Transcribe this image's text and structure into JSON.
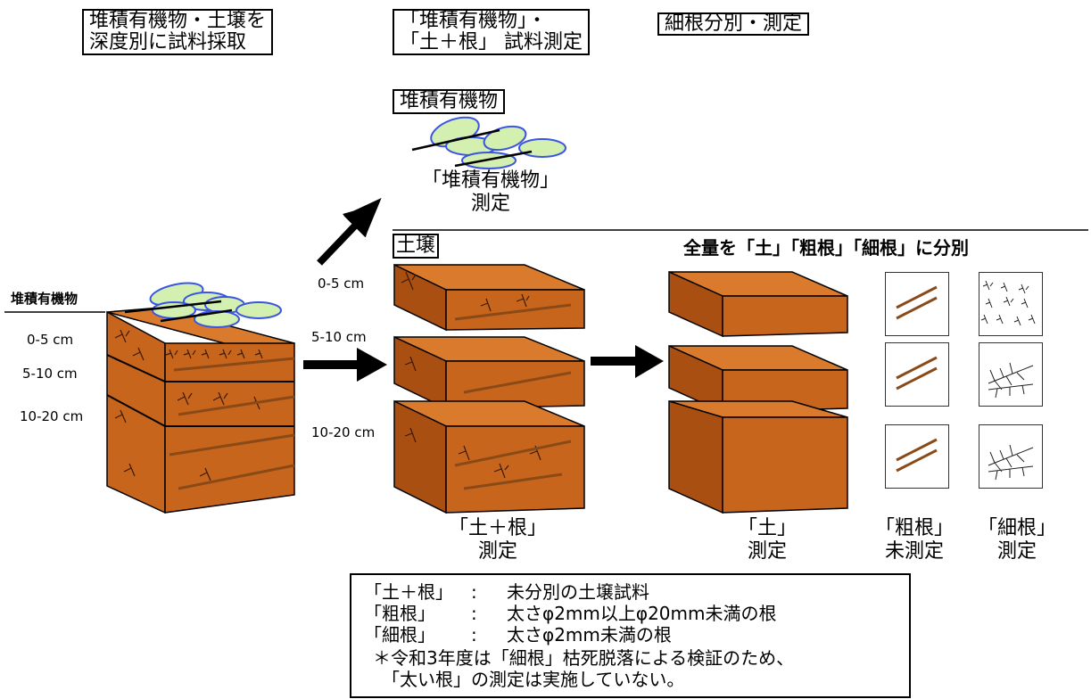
{
  "headers": {
    "sampling": "堆積有機物・土壌を\n深度別に試料採取",
    "measure_soil_root": "「堆積有機物」・\n「土＋根」 試料測定",
    "fine_root_sort": "細根分別・測定"
  },
  "left_column": {
    "organic_label": "堆積有機物",
    "depths": [
      "0-5 cm",
      "5-10 cm",
      "10-20 cm"
    ]
  },
  "organic_section": {
    "title": "堆積有機物",
    "caption": "「堆積有機物」\n測定"
  },
  "soil_section": {
    "title": "土壌",
    "sort_all": "全量を「土」「粗根」「細根」に分別",
    "depths": [
      "0-5 cm",
      "5-10 cm",
      "10-20 cm"
    ]
  },
  "captions": {
    "soil_root": "「土＋根」\n測定",
    "soil": "「土」\n測定",
    "coarse": "「粗根」\n未測定",
    "fine": "「細根」\n測定"
  },
  "legend": {
    "rows": [
      {
        "term": "「土＋根」",
        "sep": ":",
        "desc": "未分別の土壌試料"
      },
      {
        "term": "「粗根」",
        "sep": ":",
        "desc": "太さφ2mm以上φ20mm未満の根"
      },
      {
        "term": "「細根」",
        "sep": ":",
        "desc": "太さφ2mm未満の根"
      }
    ],
    "note1": "＊令和3年度は「細根」枯死脱落による検証のため、",
    "note2": "「太い根」の測定は実施していない。"
  },
  "colors": {
    "soil_front": "#c8651c",
    "soil_top": "#d97a2c",
    "soil_side": "#a94f12",
    "litter_fill": "#d4f0b0",
    "litter_stroke": "#3a55e0",
    "root": "#8a4a18"
  }
}
